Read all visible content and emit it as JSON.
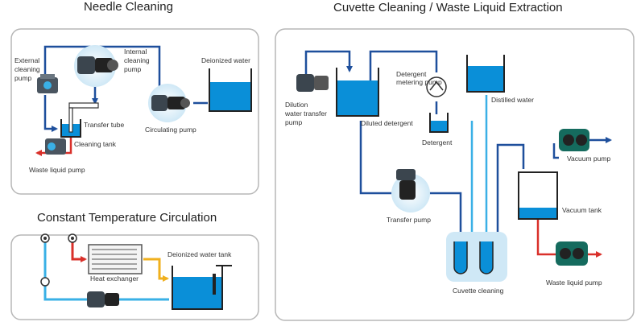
{
  "sections": {
    "needle": "Needle Cleaning",
    "cuvette": "Cuvette Cleaning / Waste Liquid Extraction",
    "temperature": "Constant Temperature Circulation"
  },
  "needle_labels": {
    "external_cleaning_pump": [
      "External",
      "cleaning",
      "pump"
    ],
    "internal_cleaning_pump": [
      "Internal",
      "cleaning",
      "pump"
    ],
    "deionized_water": "Deionized water",
    "transfer_tube": "Transfer tube",
    "cleaning_tank": "Cleaning tank",
    "circulating_pump": "Circulating pump",
    "waste_liquid_pump": "Waste liquid pump"
  },
  "temperature_labels": {
    "heat_exchanger": "Heat exchanger",
    "deionized_water_tank": "Deionized water tank"
  },
  "cuvette_labels": {
    "dilution_pump": [
      "Dilution",
      "water transfer",
      "pump"
    ],
    "diluted_detergent": "Diluted detergent",
    "detergent_metering_pump": [
      "Detergent",
      "metering pump"
    ],
    "detergent": "Detergent",
    "distilled_water": "Distilled water",
    "vacuum_pump": "Vacuum pump",
    "vacuum_tank": "Vacuum tank",
    "transfer_pump": "Transfer pump",
    "cuvette_cleaning": "Cuvette cleaning",
    "waste_liquid_pump": "Waste liquid pump"
  },
  "colors": {
    "water": "#0a8fd8",
    "pipe": "#1e4f9c",
    "light_pipe": "#3ab0e6",
    "waste": "#d9302a",
    "hot": "#f0b01e",
    "panel_border": "#b7b7b7"
  }
}
